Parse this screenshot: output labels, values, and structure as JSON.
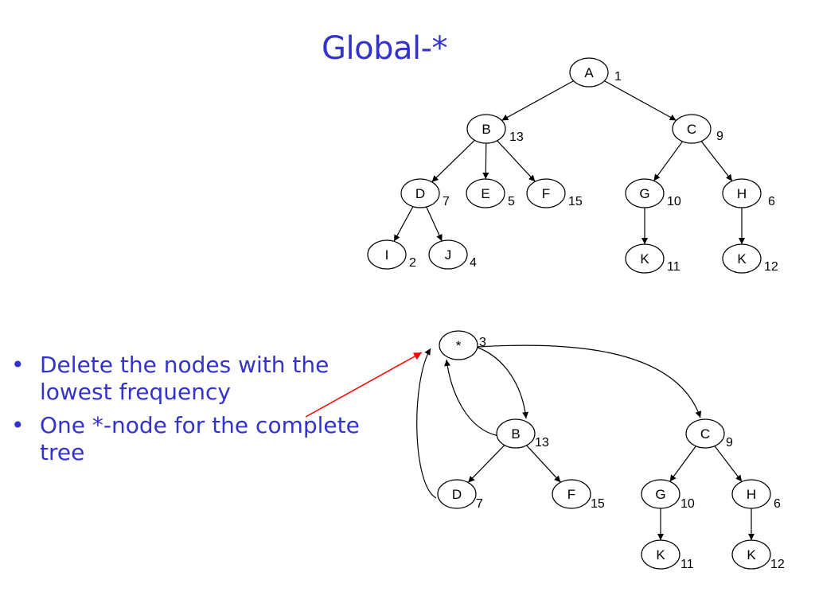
{
  "title": "Global-*",
  "bullets": [
    "Delete the nodes with the lowest frequency",
    "One *-node for the complete tree"
  ],
  "colors": {
    "title": "#3333cc",
    "text": "#3333cc",
    "pointer_arrow": "#ff0000",
    "edges": "#000000"
  },
  "upper_tree": {
    "nodes": [
      {
        "id": "A",
        "label": "A",
        "freq": "1"
      },
      {
        "id": "B",
        "label": "B",
        "freq": "13"
      },
      {
        "id": "C",
        "label": "C",
        "freq": "9"
      },
      {
        "id": "D",
        "label": "D",
        "freq": "7"
      },
      {
        "id": "E",
        "label": "E",
        "freq": "5"
      },
      {
        "id": "F",
        "label": "F",
        "freq": "15"
      },
      {
        "id": "G",
        "label": "G",
        "freq": "10"
      },
      {
        "id": "H",
        "label": "H",
        "freq": "6"
      },
      {
        "id": "I",
        "label": "I",
        "freq": "2"
      },
      {
        "id": "J",
        "label": "J",
        "freq": "4"
      },
      {
        "id": "K1",
        "label": "K",
        "freq": "11"
      },
      {
        "id": "K2",
        "label": "K",
        "freq": "12"
      }
    ],
    "edges": [
      [
        "A",
        "B"
      ],
      [
        "A",
        "C"
      ],
      [
        "B",
        "D"
      ],
      [
        "B",
        "E"
      ],
      [
        "B",
        "F"
      ],
      [
        "C",
        "G"
      ],
      [
        "C",
        "H"
      ],
      [
        "D",
        "I"
      ],
      [
        "D",
        "J"
      ],
      [
        "G",
        "K1"
      ],
      [
        "H",
        "K2"
      ]
    ]
  },
  "lower_tree": {
    "nodes": [
      {
        "id": "S",
        "label": "*",
        "freq": "3"
      },
      {
        "id": "B",
        "label": "B",
        "freq": "13"
      },
      {
        "id": "C",
        "label": "C",
        "freq": "9"
      },
      {
        "id": "D",
        "label": "D",
        "freq": "7"
      },
      {
        "id": "F",
        "label": "F",
        "freq": "15"
      },
      {
        "id": "G",
        "label": "G",
        "freq": "10"
      },
      {
        "id": "H",
        "label": "H",
        "freq": "6"
      },
      {
        "id": "K1",
        "label": "K",
        "freq": "11"
      },
      {
        "id": "K2",
        "label": "K",
        "freq": "12"
      }
    ],
    "edges": [
      [
        "S",
        "B"
      ],
      [
        "S",
        "C"
      ],
      [
        "B",
        "S"
      ],
      [
        "D",
        "S"
      ],
      [
        "B",
        "D"
      ],
      [
        "B",
        "F"
      ],
      [
        "C",
        "G"
      ],
      [
        "C",
        "H"
      ],
      [
        "G",
        "K1"
      ],
      [
        "H",
        "K2"
      ]
    ]
  }
}
